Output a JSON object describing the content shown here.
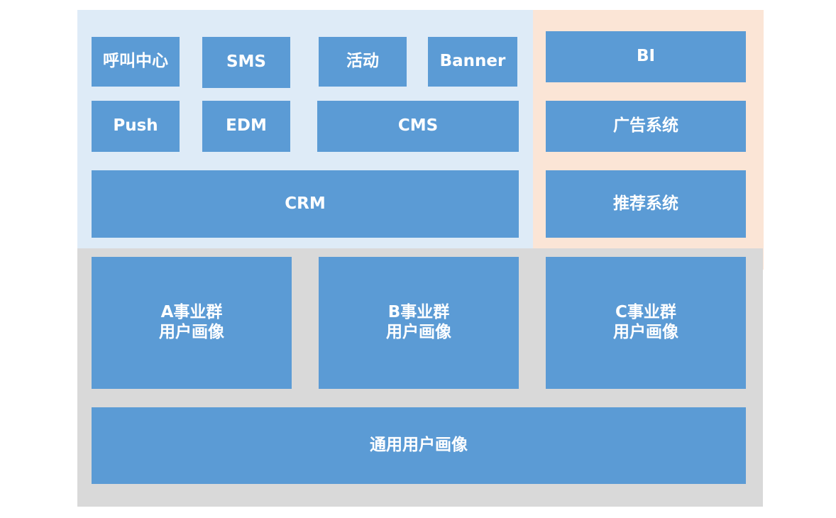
{
  "colors": {
    "box_fill": "#5b9bd5",
    "box_text": "#ffffff",
    "region_channels": "#deebf7",
    "region_intelligence": "#fbe5d6",
    "region_profiles": "#d9d9d9"
  },
  "channels": {
    "call_center": "呼叫中心",
    "sms": "SMS",
    "activity": "活动",
    "banner": "Banner",
    "push": "Push",
    "edm": "EDM",
    "cms": "CMS",
    "crm": "CRM"
  },
  "intelligence": {
    "bi": "BI",
    "ad_system": "广告系统",
    "recommend_system": "推荐系统"
  },
  "profiles": {
    "group_a": {
      "line1": "A事业群",
      "line2": "用户画像"
    },
    "group_b": {
      "line1": "B事业群",
      "line2": "用户画像"
    },
    "group_c": {
      "line1": "C事业群",
      "line2": "用户画像"
    },
    "general": "通用用户画像"
  }
}
